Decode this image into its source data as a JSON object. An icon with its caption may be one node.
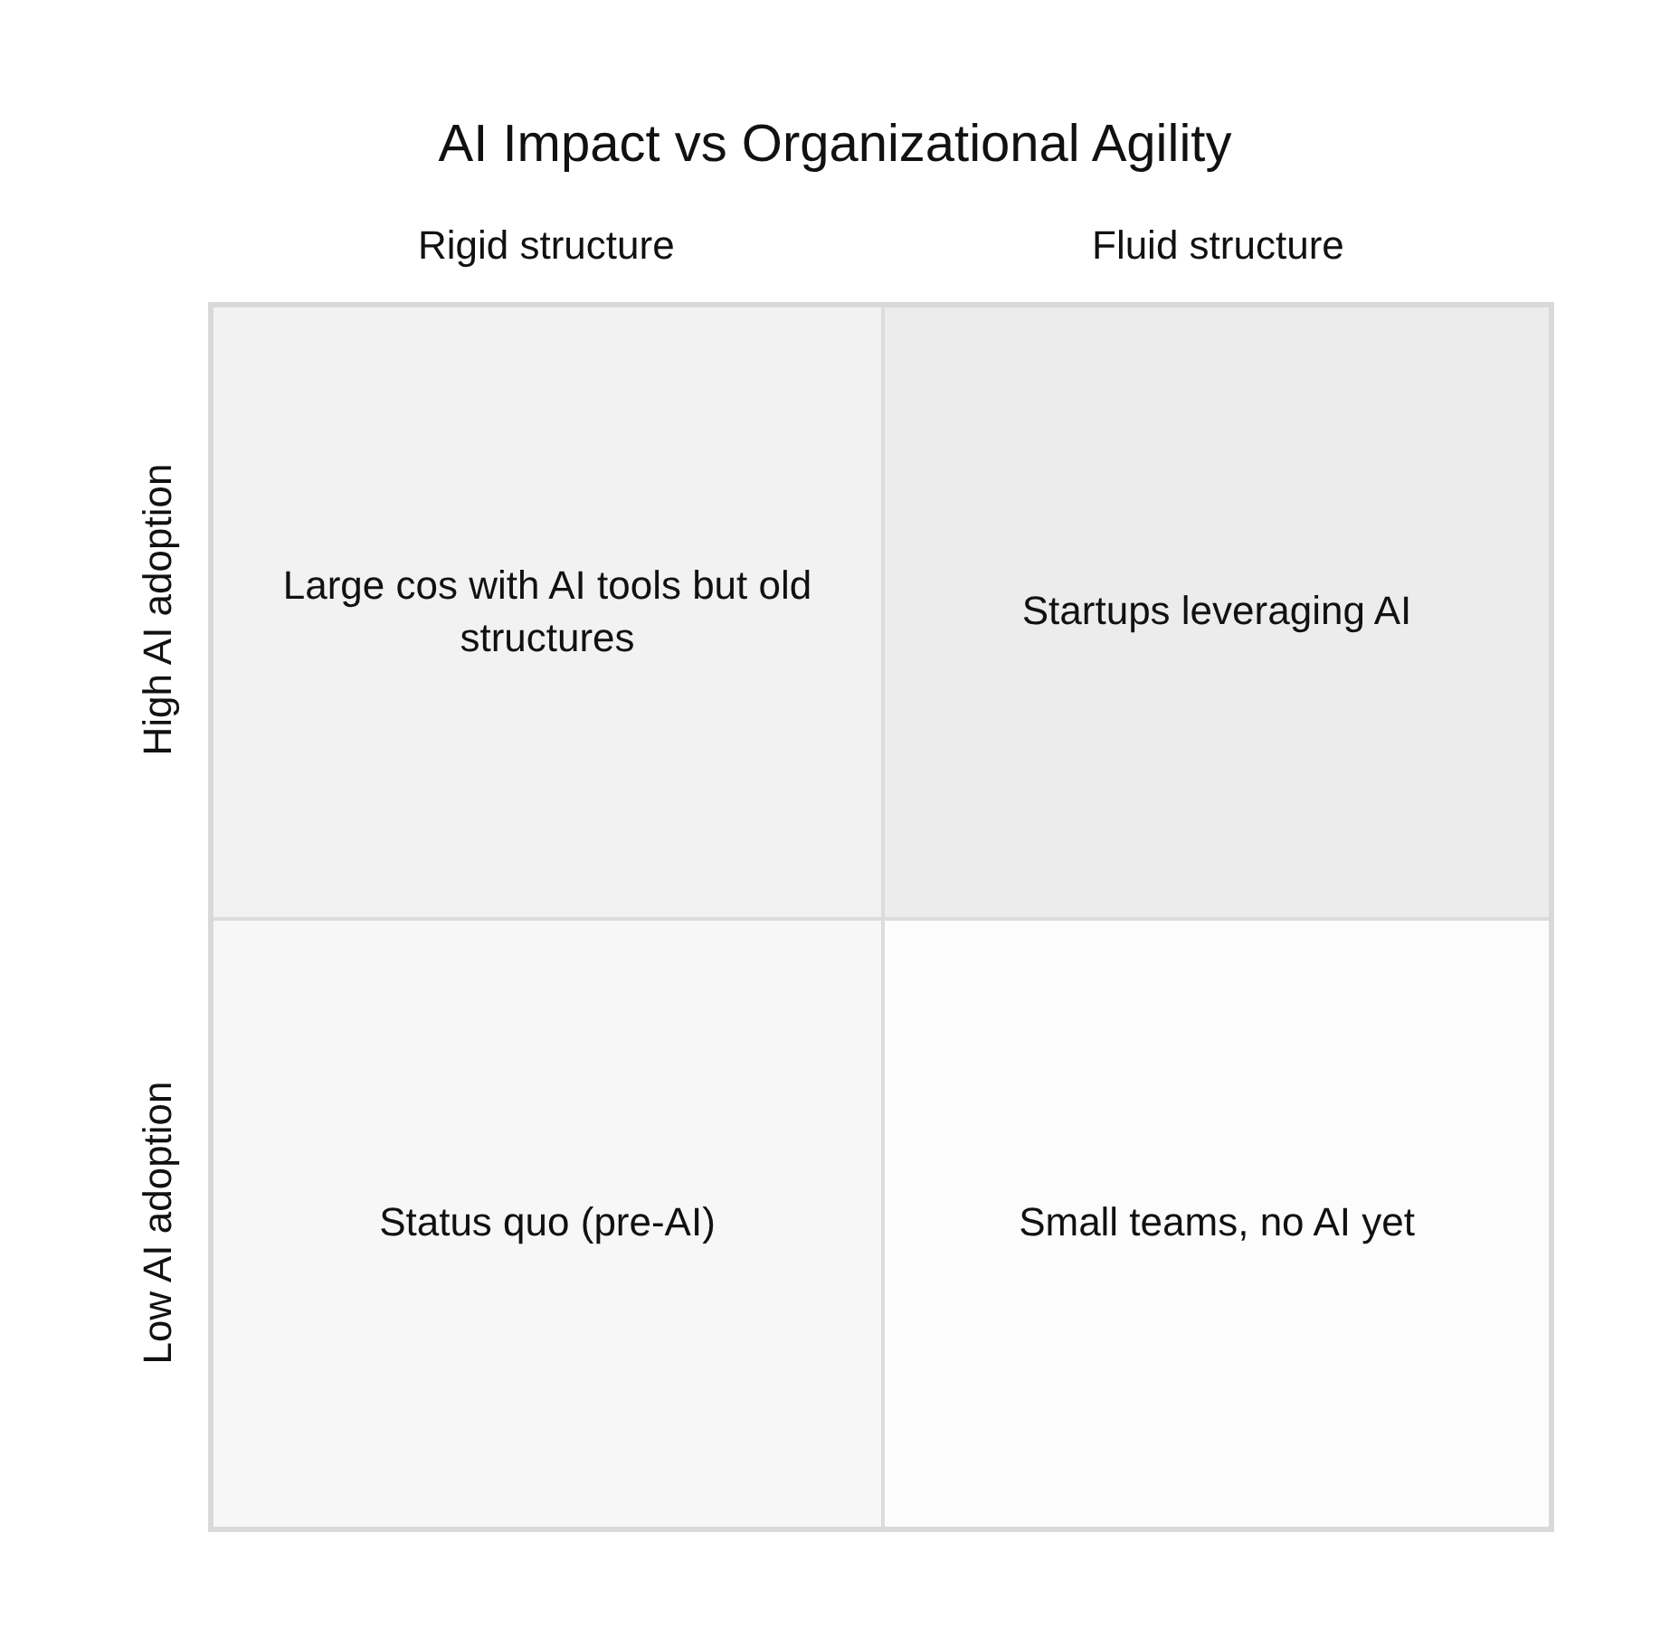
{
  "diagram": {
    "title": "AI Impact vs Organizational Agility",
    "nodes": [
      {
        "text": [
          "Large cos with AI tools but old structures"
        ]
      },
      {
        "text": [
          "Startups leveraging AI"
        ]
      },
      {
        "text": [
          "Status quo (pre-AI)"
        ]
      },
      {
        "text": [
          "Small teams, no AI yet"
        ]
      }
    ],
    "labels": [
      "Rigid structure",
      "Fluid structure",
      "High AI adoption",
      "Low AI adoption"
    ]
  }
}
